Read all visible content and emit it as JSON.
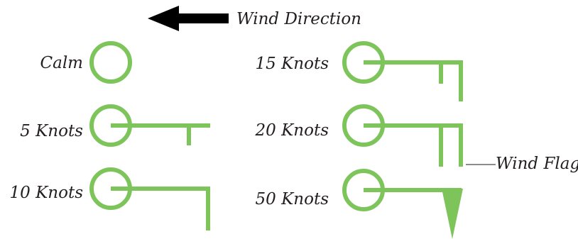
{
  "diagram": {
    "wind_direction_label": "Wind Direction",
    "wind_flag_label": "Wind Flag",
    "arrow_direction": "left",
    "colors": {
      "symbol": "#7dc55b",
      "arrow": "#000000",
      "leader_line": "#8c8c8c",
      "text": "#231f20"
    },
    "symbols": [
      {
        "label": "Calm",
        "knots": 0
      },
      {
        "label": "5 Knots",
        "knots": 5
      },
      {
        "label": "10 Knots",
        "knots": 10
      },
      {
        "label": "15 Knots",
        "knots": 15
      },
      {
        "label": "20 Knots",
        "knots": 20
      },
      {
        "label": "50 Knots",
        "knots": 50
      }
    ]
  }
}
